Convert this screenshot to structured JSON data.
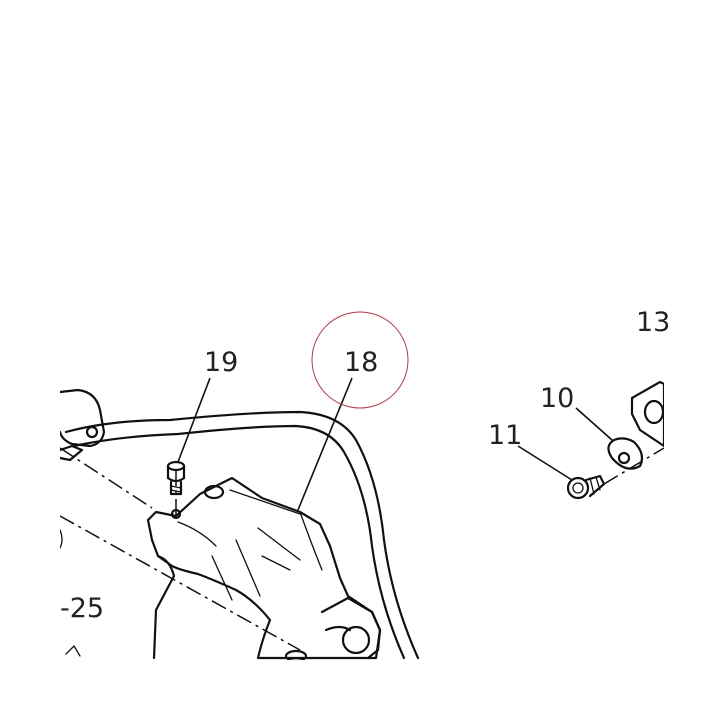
{
  "diagram": {
    "callouts": [
      {
        "id": "c19",
        "text": "19"
      },
      {
        "id": "c18",
        "text": "18"
      },
      {
        "id": "c10",
        "text": "10"
      },
      {
        "id": "c11",
        "text": "11"
      },
      {
        "id": "c13",
        "text": "13"
      },
      {
        "id": "c25",
        "text": "-25"
      }
    ],
    "highlight": {
      "target": "18",
      "color": "#b0384a"
    },
    "line_color": "#111111"
  }
}
